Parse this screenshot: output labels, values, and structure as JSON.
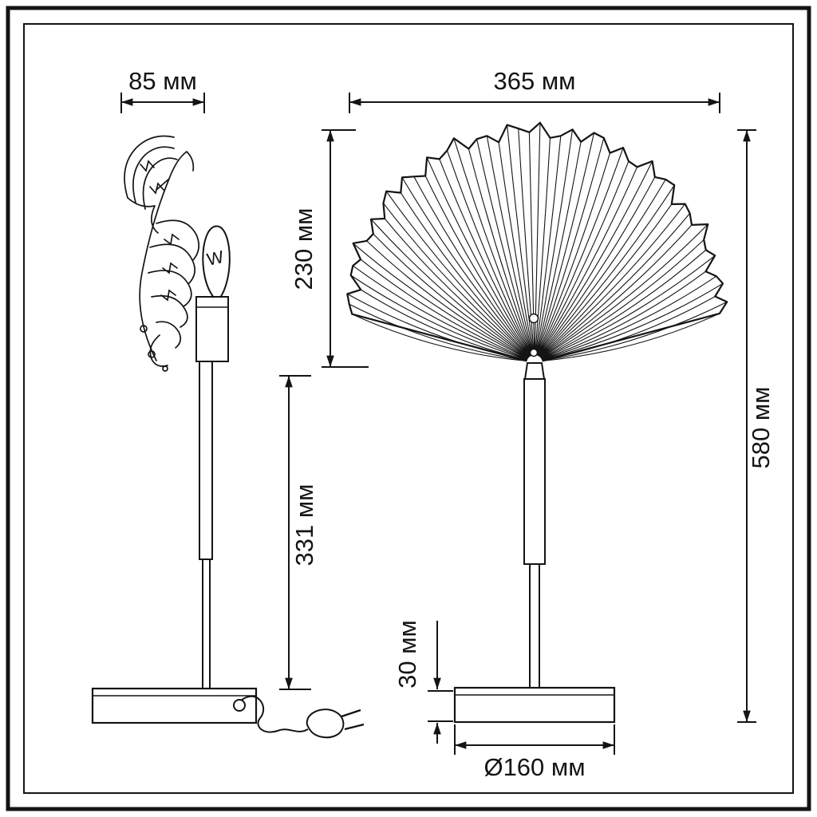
{
  "dimensions": {
    "side_width": "85 мм",
    "shade_width": "365 мм",
    "shade_height": "230 мм",
    "stem_height": "331 мм",
    "total_height": "580 мм",
    "base_height": "30 мм",
    "base_diameter": "Ø160 мм"
  },
  "bulb": {
    "filament_mark": "W"
  }
}
